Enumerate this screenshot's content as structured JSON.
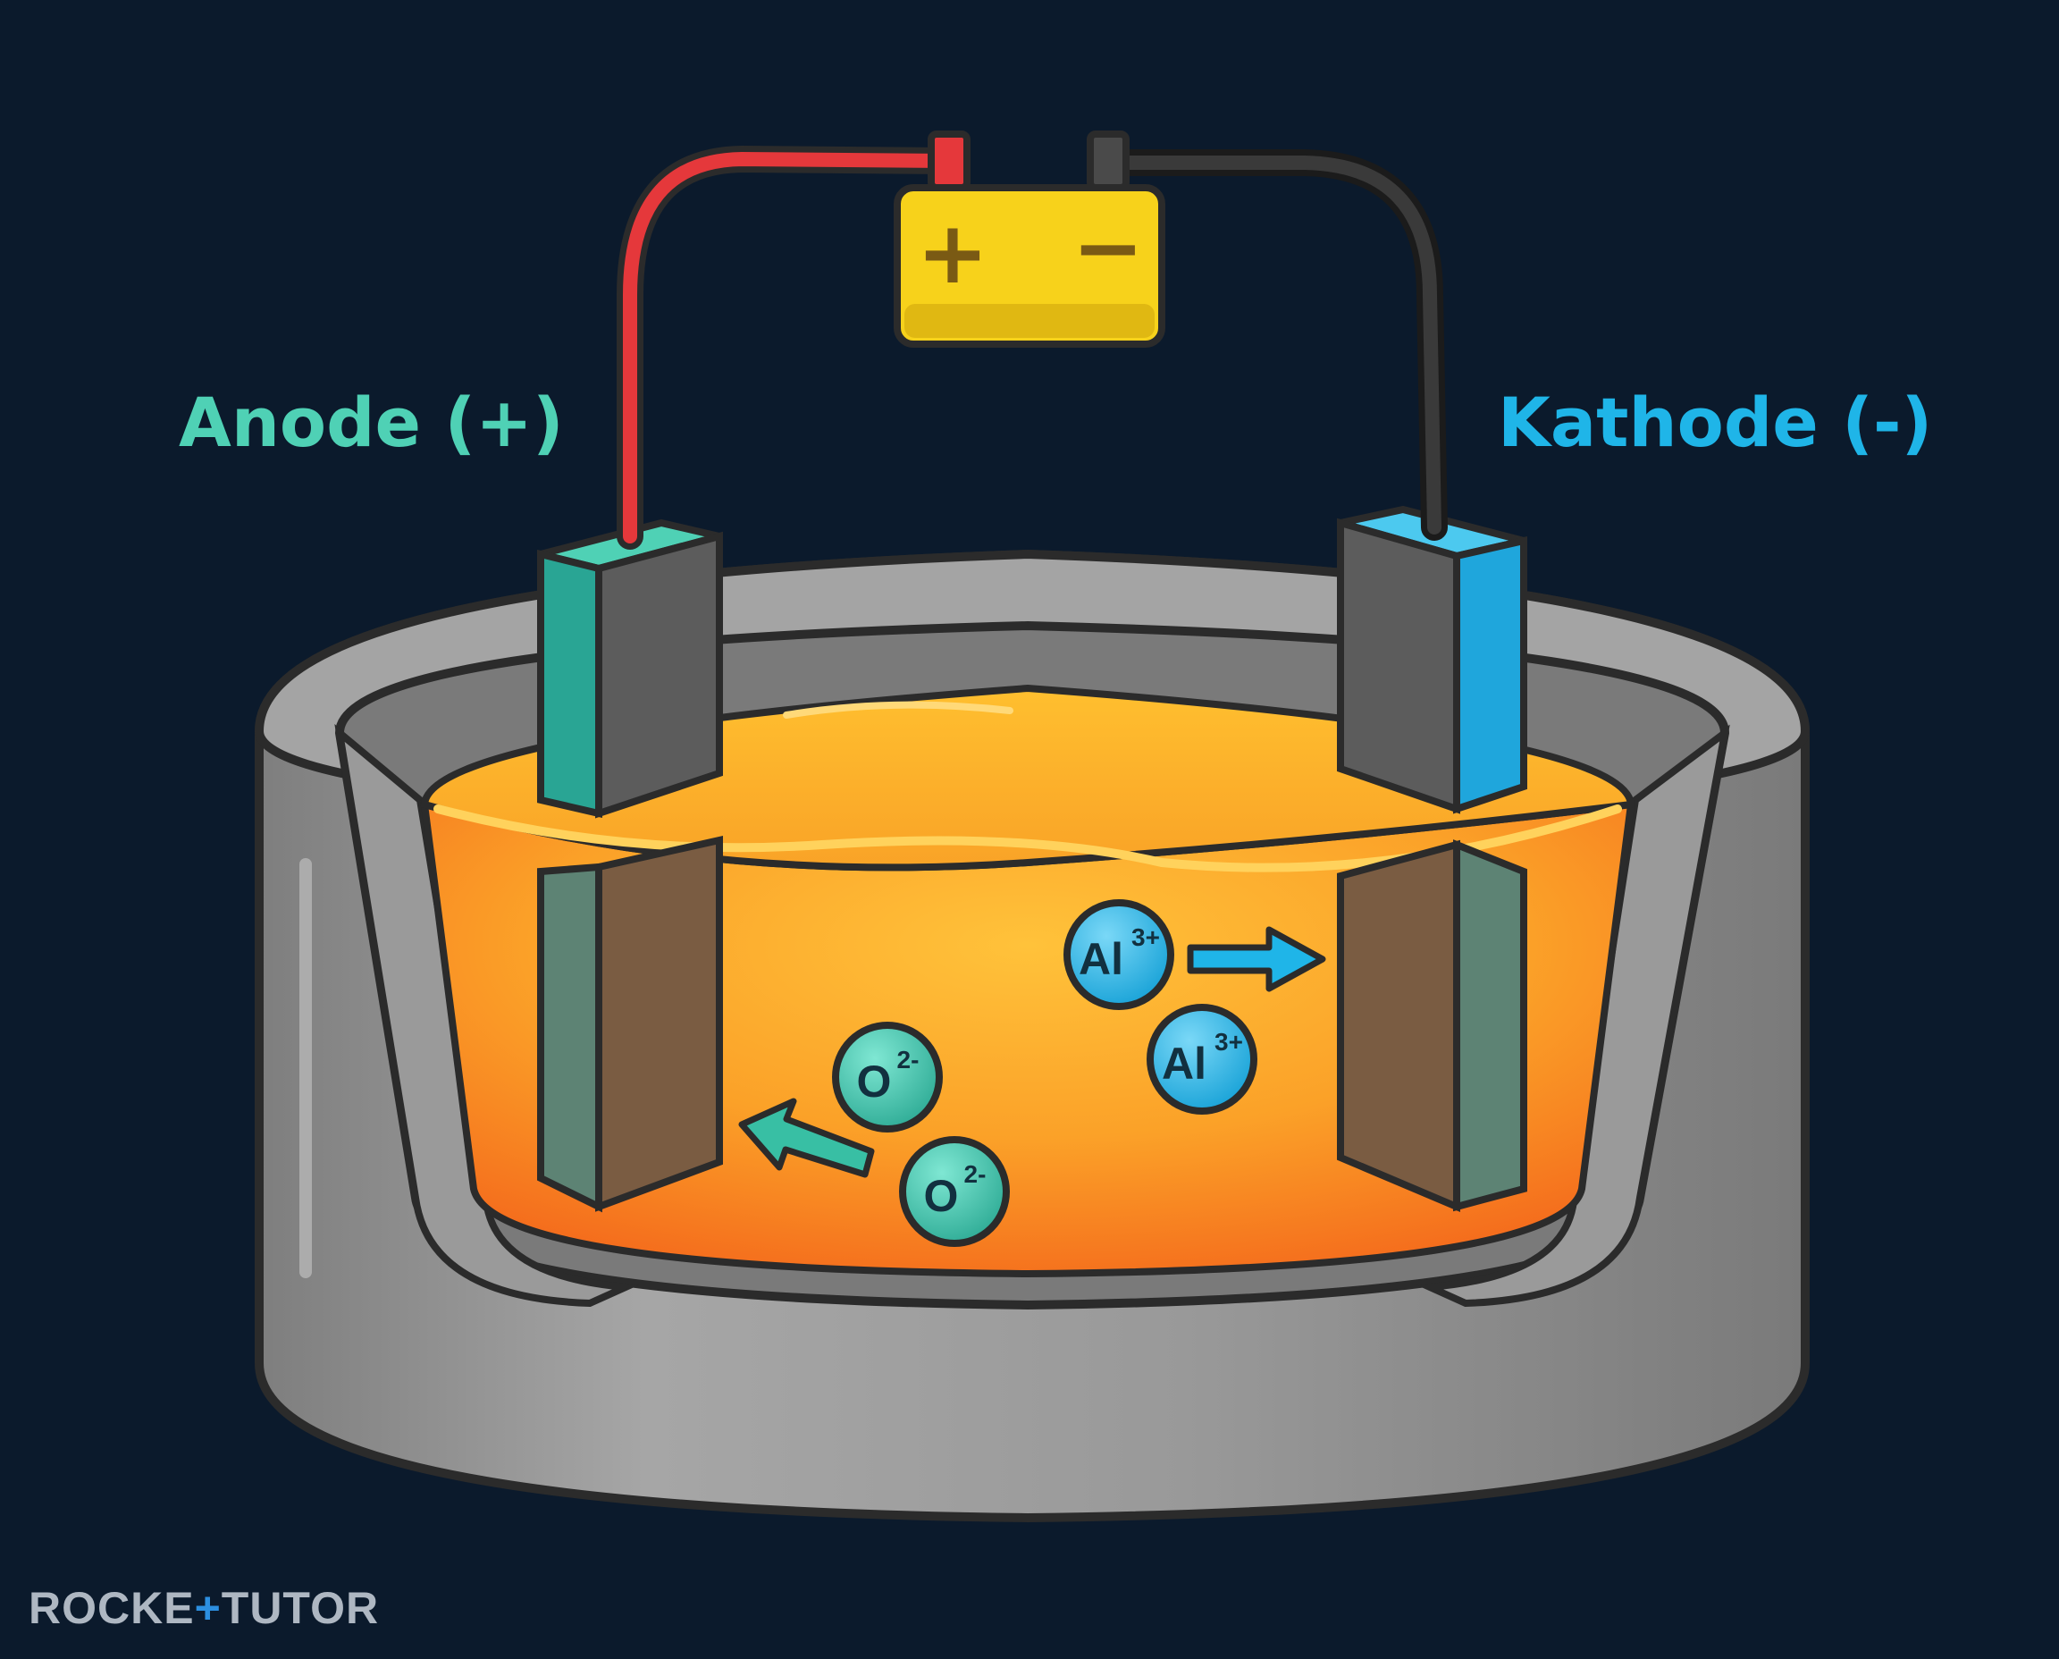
{
  "labels": {
    "anode": "Anode (+)",
    "kathode": "Kathode (-)"
  },
  "battery": {
    "plus_symbol": "+",
    "minus_symbol": "−"
  },
  "ions": {
    "aluminium": {
      "symbol": "Al",
      "charge": "3+"
    },
    "oxide": {
      "symbol": "O",
      "charge": "2-"
    }
  },
  "brand": {
    "part1": "ROCKE",
    "part2": "TUTO",
    "part3": "R"
  },
  "colors": {
    "background": "#0b1a2c",
    "anode": "#4fd1b5",
    "kathode": "#1fb5e8",
    "molten_electrolyte": "#f7941d",
    "battery": "#f7d21b",
    "cell_wall": "#8e8e8e"
  }
}
